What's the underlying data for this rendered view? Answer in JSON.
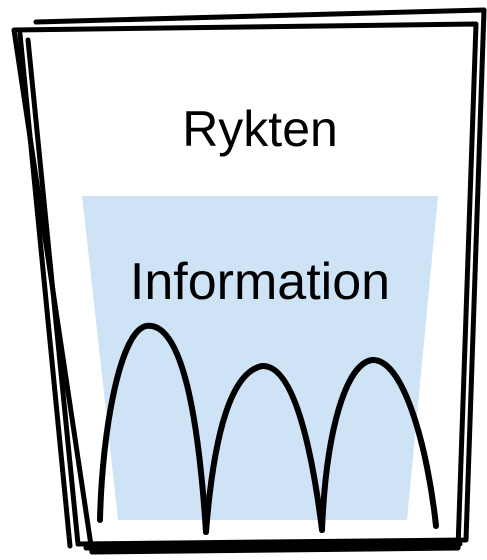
{
  "diagram": {
    "upper_label": "Rykten",
    "water_label": "Information",
    "colors": {
      "outline": "#000000",
      "water_fill": "#cfe3f7",
      "background": "#ffffff"
    },
    "icons": [
      "glass-outline",
      "water-fill",
      "arches"
    ]
  }
}
